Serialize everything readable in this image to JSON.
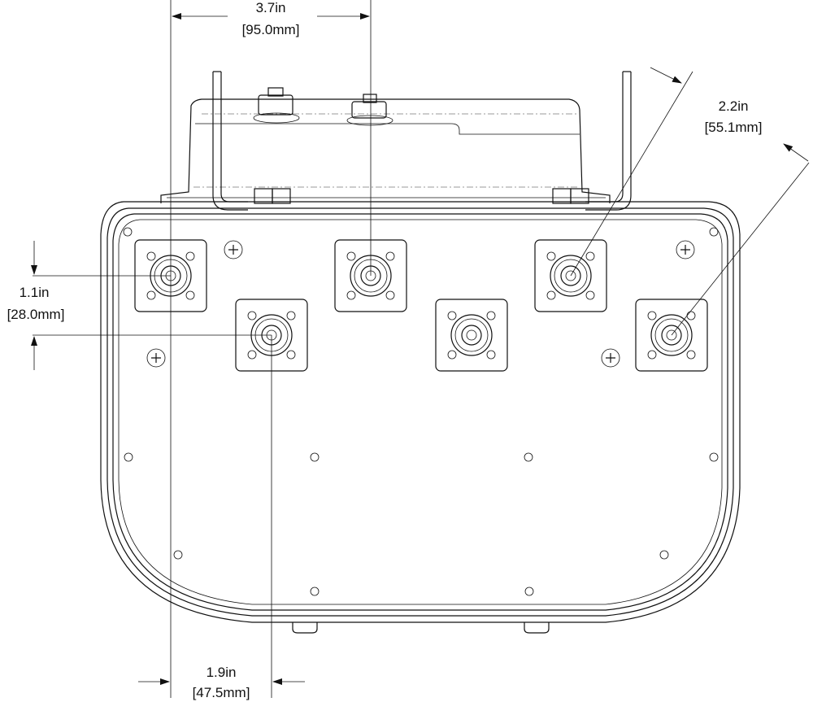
{
  "dimensions": {
    "top_width": {
      "imperial": "3.7in",
      "metric": "[95.0mm]"
    },
    "right_diag": {
      "imperial": "2.2in",
      "metric": "[55.1mm]"
    },
    "left_vert": {
      "imperial": "1.1in",
      "metric": "[28.0mm]"
    },
    "bottom_width": {
      "imperial": "1.9in",
      "metric": "[47.5mm]"
    }
  },
  "colors": {
    "line": "#111111",
    "background": "#ffffff",
    "hidden_line": "#777777"
  },
  "connectors": [
    {
      "id": "port-1"
    },
    {
      "id": "port-2"
    },
    {
      "id": "port-3"
    },
    {
      "id": "port-4"
    },
    {
      "id": "port-5"
    },
    {
      "id": "port-6"
    }
  ]
}
